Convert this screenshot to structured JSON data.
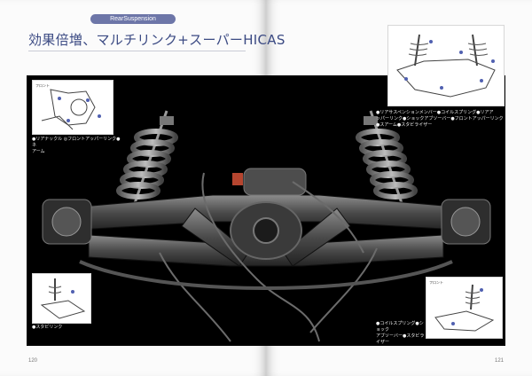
{
  "section": {
    "label": "RearSuspension"
  },
  "title": {
    "text": "効果倍増、マルチリンク+スーパーHICAS"
  },
  "captions": {
    "top_left": [
      "●リアナックル  ◎フロントアッパーリンク●ネ",
      "アーム"
    ],
    "top_right": [
      "●リアサスペンションメンバー●コイルスプリング●リアア",
      "ッパーリンク●ショックアブソーバー●フロントアッパーリンク",
      "●スアーム●スタビライザー"
    ],
    "bottom_left": [
      "●スタビリンク"
    ],
    "bottom_right": [
      "●コイルスプリング●ショック",
      "アブソーバー●スタビライザー"
    ]
  },
  "inset_labels": {
    "front_left": "フロント",
    "front_right": "フロント"
  },
  "page_numbers": {
    "left": "120",
    "right": "121"
  }
}
